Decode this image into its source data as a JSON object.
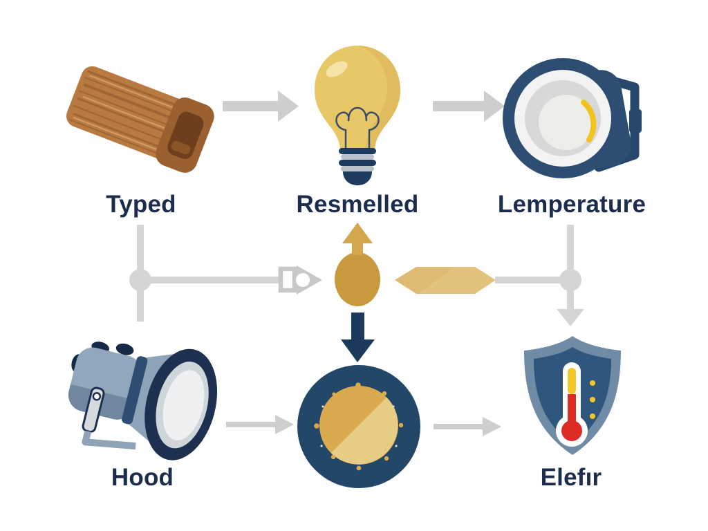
{
  "diagram_title": "icon-flow-diagram",
  "nodes": {
    "top_left": {
      "icon": "wood-log-icon",
      "label": "Typed"
    },
    "top_center": {
      "icon": "light-bulb-icon",
      "label": "Resmelled"
    },
    "top_right": {
      "icon": "studio-spotlight-icon",
      "label": "Lemperature"
    },
    "bottom_left": {
      "icon": "flashlight-icon",
      "label": "Hood"
    },
    "bottom_center": {
      "icon": "moon-dots-circle-icon",
      "label": ""
    },
    "bottom_right": {
      "icon": "thermometer-shield-icon",
      "label": "Elefır"
    }
  },
  "connectors": {
    "top_row_arrows": 2,
    "bottom_row_arrows": 2,
    "center_up_arrow_color": "#d2a64b",
    "center_down_arrow_color": "#1c3a5e",
    "grid_color": "#d4d6d5",
    "block_arrow_color": "#cccfce"
  },
  "colors": {
    "label_text": "#1c2c4d",
    "gold_node": "#c89a3d",
    "gold_hexagon": "#e3c27c",
    "navy": "#1c3a5e",
    "wood_brown": "#b97a42",
    "bulb_gold": "#e8c767",
    "spotlight_navy": "#2e4d72",
    "shield_outer": "#6f8ba6",
    "shield_inner": "#2f567c",
    "thermometer_yellow": "#f2c728",
    "thermometer_red": "#dd2c26",
    "moon_ring_navy": "#234768",
    "moon_gold": "#d9ab4e"
  }
}
